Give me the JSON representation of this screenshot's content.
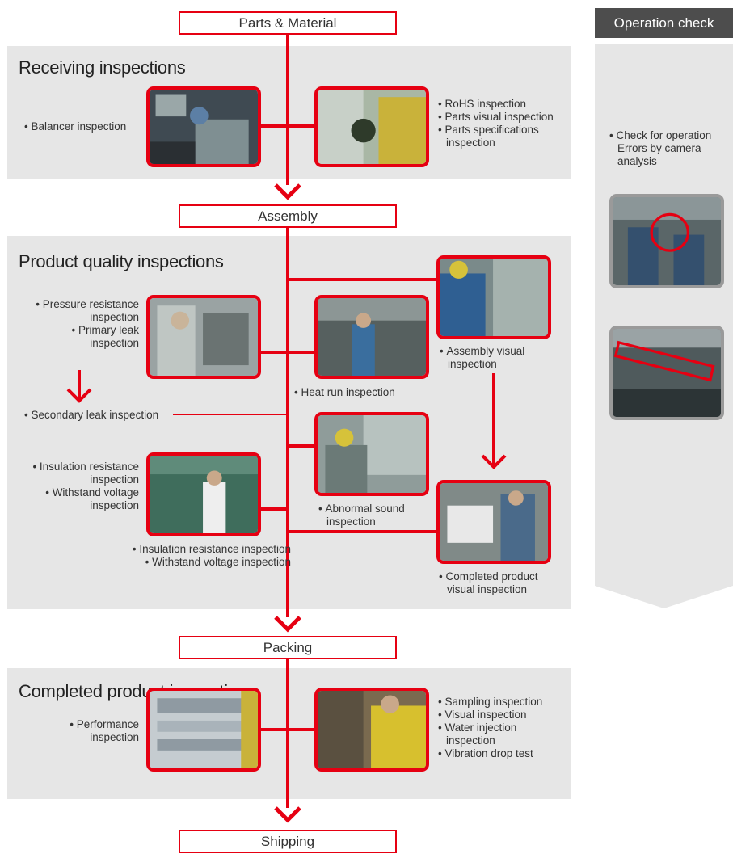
{
  "colors": {
    "accent": "#e60012",
    "panel": "#e6e6e6",
    "header": "#4d4d4d",
    "text": "#333333"
  },
  "stages": {
    "parts_material": "Parts & Material",
    "assembly": "Assembly",
    "packing": "Packing",
    "shipping": "Shipping"
  },
  "receiving": {
    "title": "Receiving inspections",
    "left": [
      "Balancer inspection"
    ],
    "right": [
      "RoHS inspection",
      "Parts visual inspection",
      "Parts specifications",
      "inspection"
    ]
  },
  "product_quality": {
    "title": "Product quality inspections",
    "pressure": [
      "Pressure resistance",
      "inspection",
      "Primary leak",
      "inspection"
    ],
    "secondary_leak": "Secondary leak inspection",
    "heat_run": "Heat run inspection",
    "assembly_visual": [
      "Assembly visual",
      "inspection"
    ],
    "insulation_left": [
      "Insulation resistance",
      "inspection",
      "Withstand voltage",
      "inspection"
    ],
    "insulation_center": [
      "Insulation resistance inspection",
      "Withstand voltage inspection"
    ],
    "abnormal_sound": [
      "Abnormal sound",
      "inspection"
    ],
    "completed_visual": [
      "Completed product",
      "visual inspection"
    ]
  },
  "completed": {
    "title": "Completed product inspection",
    "left": [
      "Performance",
      "inspection"
    ],
    "right": [
      "Sampling inspection",
      "Visual inspection",
      "Water injection",
      "inspection",
      "Vibration drop test"
    ]
  },
  "operation_check": {
    "header": "Operation check",
    "desc": [
      "Check for operation",
      "Errors by camera",
      "analysis"
    ]
  }
}
